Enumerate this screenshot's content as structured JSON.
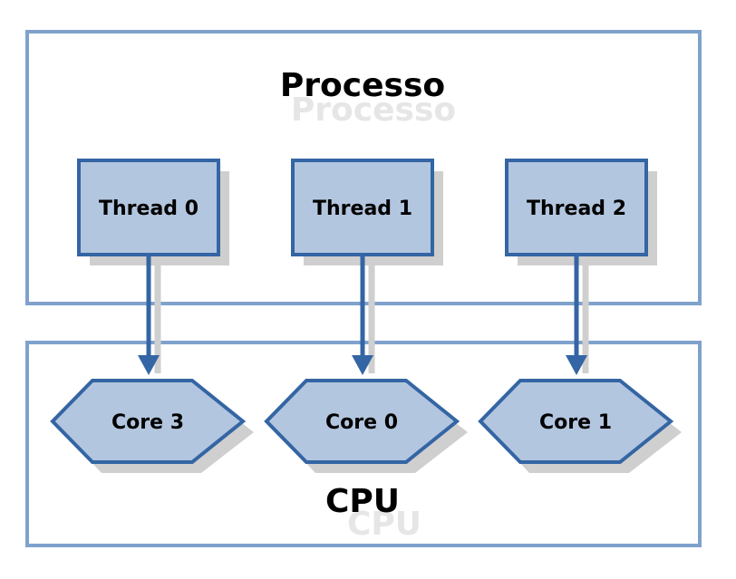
{
  "process": {
    "title": "Processo"
  },
  "cpu": {
    "title": "CPU"
  },
  "threads": [
    {
      "label": "Thread 0"
    },
    {
      "label": "Thread 1"
    },
    {
      "label": "Thread 2"
    }
  ],
  "cores": [
    {
      "label": "Core 3"
    },
    {
      "label": "Core 0"
    },
    {
      "label": "Core 1"
    }
  ],
  "colors": {
    "border": "#7FA2CC",
    "node_fill": "#B3C6DF",
    "node_stroke": "#3465A4",
    "shadow": "#CFCFCF",
    "title_shadow": "#E6E6E6",
    "text": "#000000"
  }
}
